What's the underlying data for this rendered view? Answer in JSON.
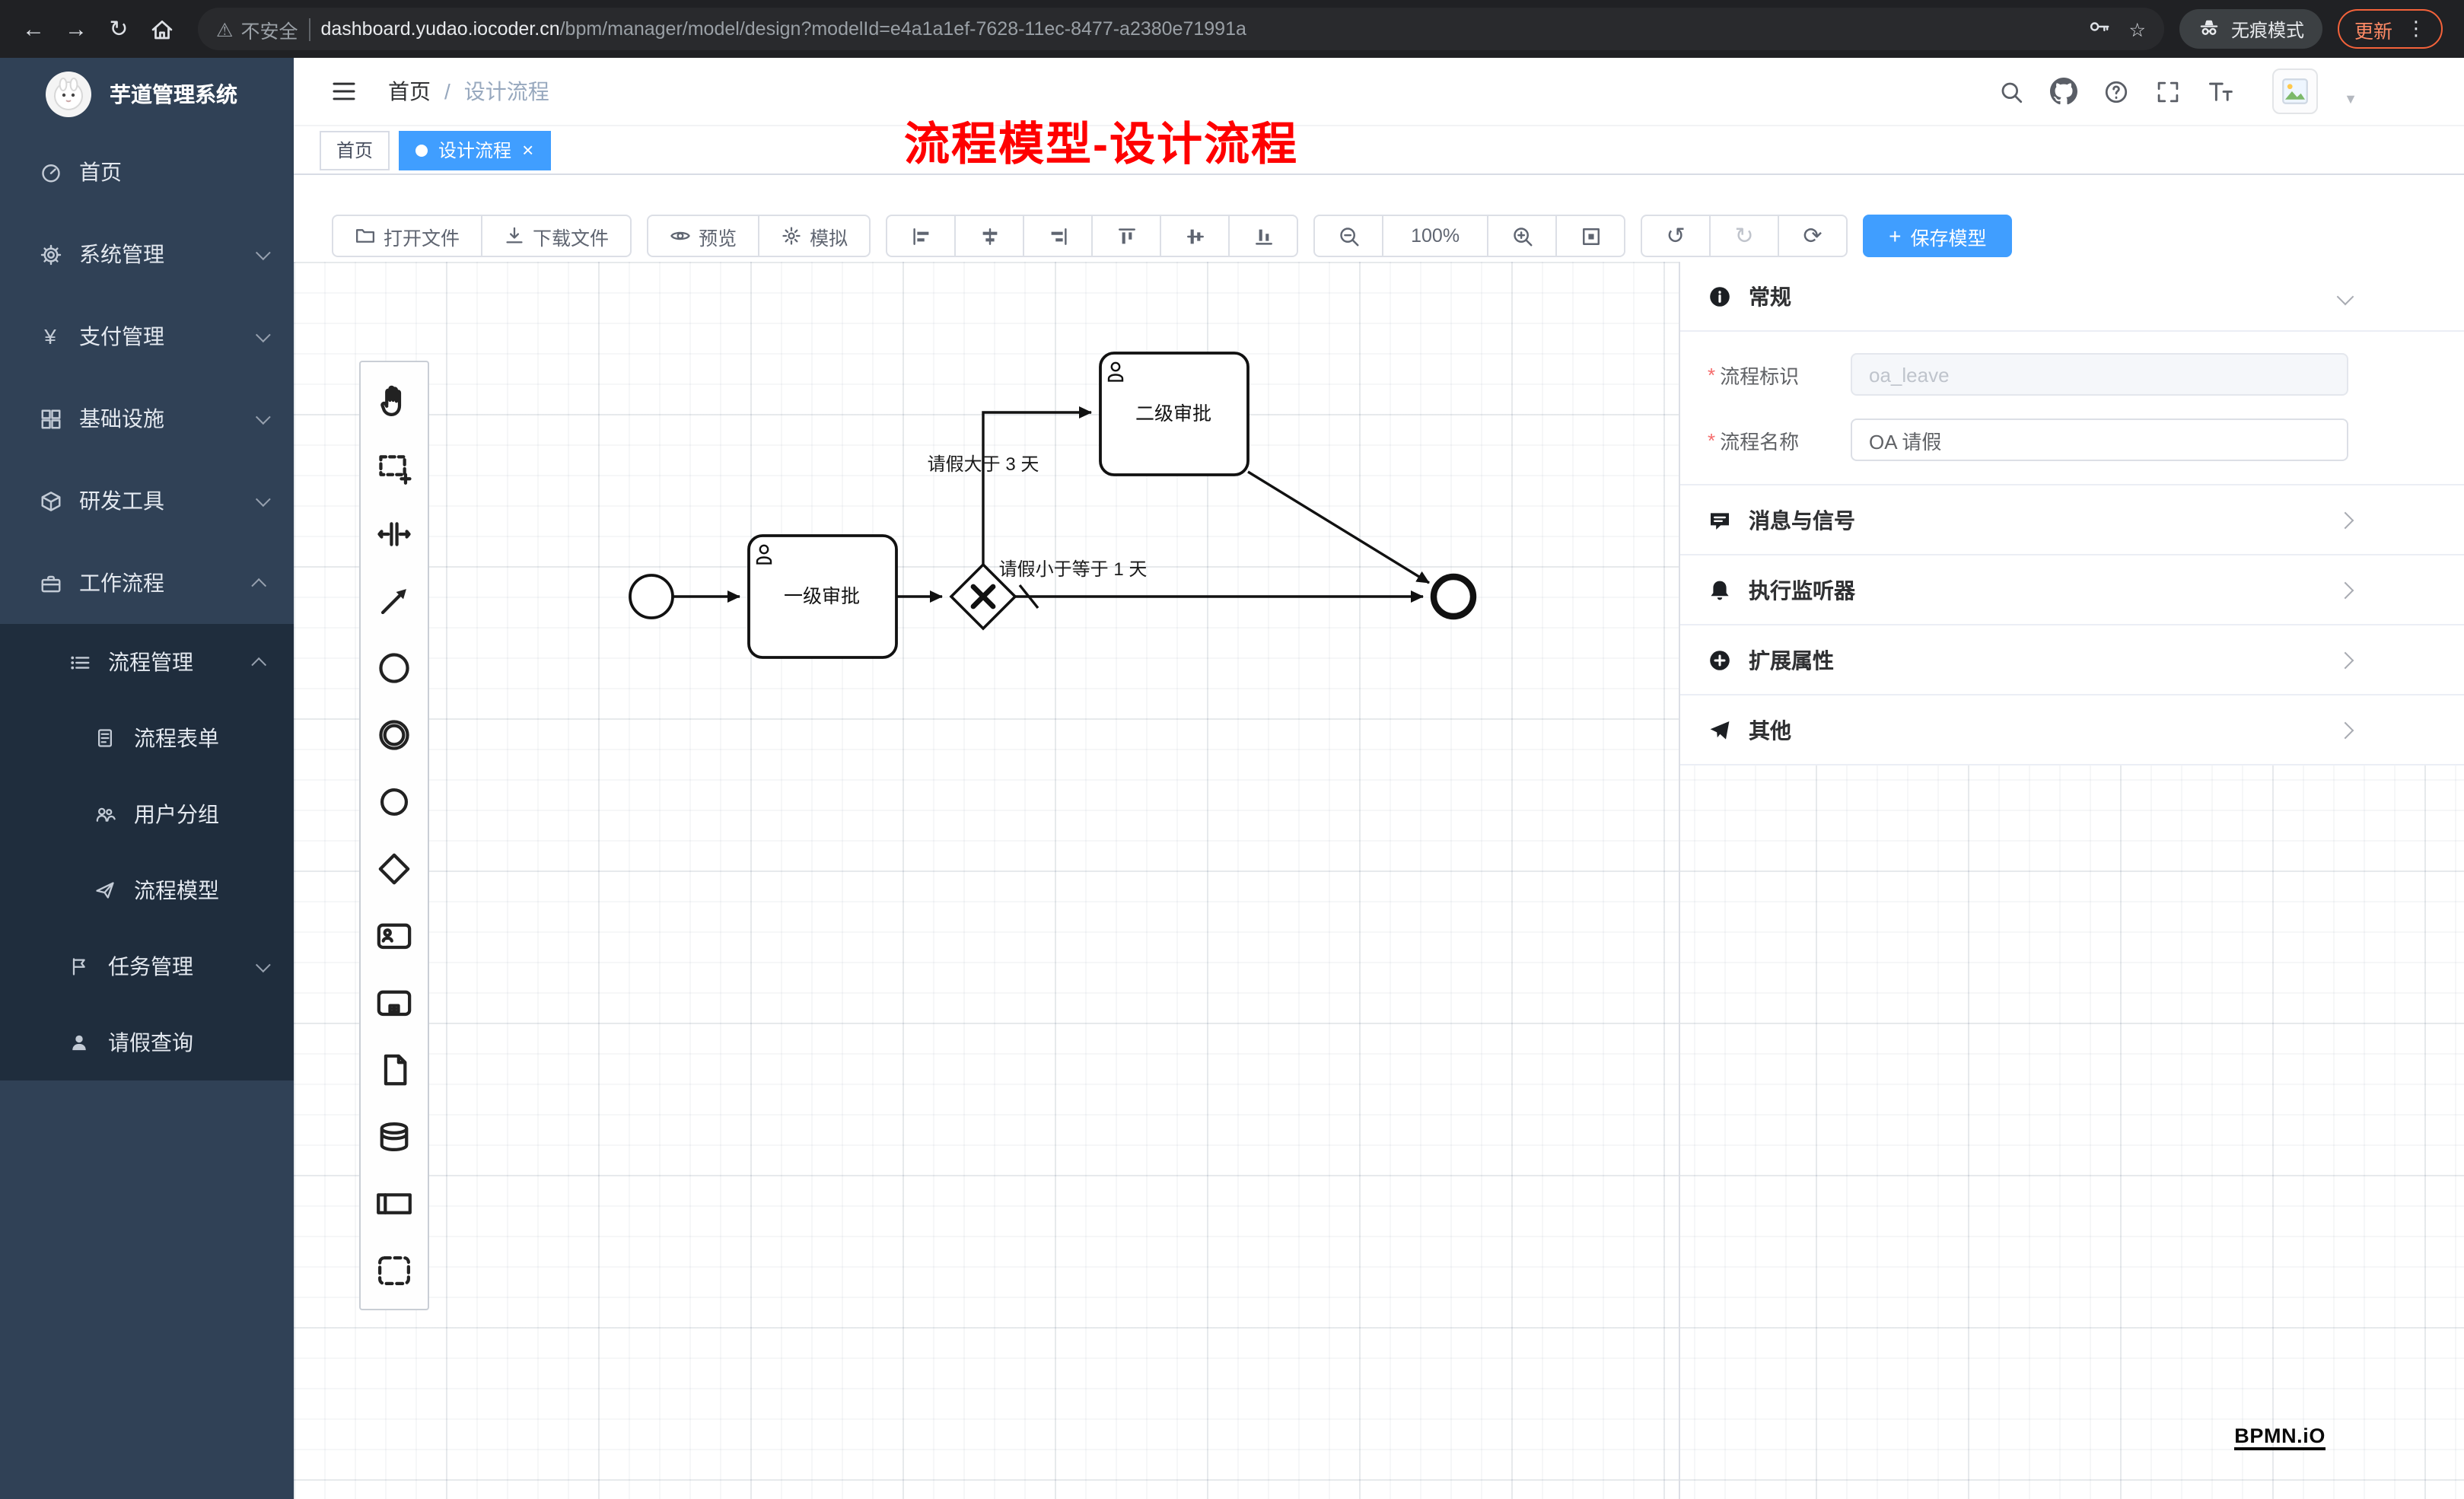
{
  "browser": {
    "security_label": "不安全",
    "url_host": "dashboard.yudao.iocoder.cn",
    "url_path": "/bpm/manager/model/design?modelId=e4a1a1ef-7628-11ec-8477-a2380e71991a",
    "incognito_label": "无痕模式",
    "update_label": "更新"
  },
  "icons": {
    "back": "←",
    "forward": "→",
    "reload": "↻",
    "star": "☆",
    "warning": "⚠",
    "menu_dots": "⋮",
    "undo": "↺",
    "redo": "↻",
    "refresh": "⟳",
    "close": "×",
    "plus": "+",
    "required_mark": "*",
    "caret_down": "▼",
    "breadcrumb_separator": "/",
    "yen": "¥"
  },
  "sidebar": {
    "app_title": "芋道管理系统",
    "items": [
      {
        "label": "首页",
        "icon": "dashboard-icon"
      },
      {
        "label": "系统管理",
        "icon": "gear-icon"
      },
      {
        "label": "支付管理",
        "icon": "yen-icon"
      },
      {
        "label": "基础设施",
        "icon": "grid-icon"
      },
      {
        "label": "研发工具",
        "icon": "cube-icon"
      },
      {
        "label": "工作流程",
        "icon": "briefcase-icon"
      },
      {
        "label": "流程管理",
        "icon": "list-icon"
      },
      {
        "label": "流程表单",
        "icon": "document-icon"
      },
      {
        "label": "用户分组",
        "icon": "users-icon"
      },
      {
        "label": "流程模型",
        "icon": "paper-plane-icon"
      },
      {
        "label": "任务管理",
        "icon": "flag-icon"
      },
      {
        "label": "请假查询",
        "icon": "user-icon"
      }
    ]
  },
  "header": {
    "breadcrumb_root": "首页",
    "breadcrumb_current": "设计流程"
  },
  "tags": {
    "home": "首页",
    "active": "设计流程"
  },
  "annotation": {
    "text": "流程模型-设计流程",
    "color": "#ff0000"
  },
  "toolbar": {
    "open": "打开文件",
    "download": "下载文件",
    "preview": "预览",
    "simulate": "模拟",
    "zoom_level": "100%",
    "save": "保存模型"
  },
  "palette": [
    "hand-tool",
    "lasso-tool",
    "space-tool",
    "global-connect-tool",
    "create-start-event",
    "create-intermediate-event",
    "create-end-event",
    "create-gateway",
    "create-user-task",
    "create-subprocess",
    "create-data-object",
    "create-data-store",
    "create-participant",
    "create-group"
  ],
  "diagram": {
    "task1_label": "一级审批",
    "task2_label": "二级审批",
    "flow_gt_label": "请假大于 3 天",
    "flow_le_label": "请假小于等于 1 天"
  },
  "panel": {
    "general_title": "常规",
    "field_key_label": "流程标识",
    "field_key_value": "oa_leave",
    "field_name_label": "流程名称",
    "field_name_value": "OA 请假",
    "section_message": "消息与信号",
    "section_listener": "执行监听器",
    "section_ext": "扩展属性",
    "section_other": "其他"
  },
  "watermark": "BPMN.iO",
  "colors": {
    "accent_blue": "#409eff",
    "sidebar_bg": "#304156",
    "submenu_bg": "#1f2d3d",
    "annotation_red": "#ff0000"
  }
}
